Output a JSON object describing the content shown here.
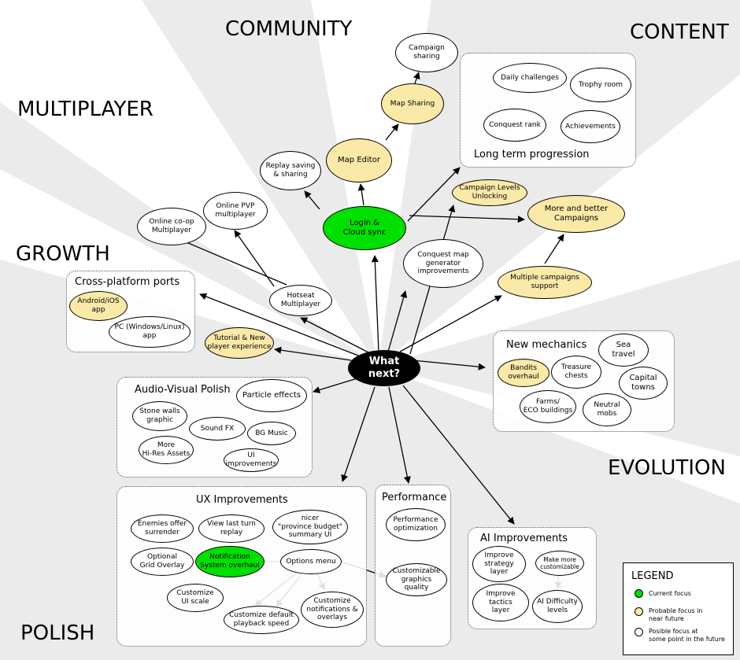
{
  "sectors": {
    "community": "COMMUNITY",
    "content": "CONTENT",
    "multiplayer": "MULTIPLAYER",
    "growth": "GROWTH",
    "evolution": "EVOLUTION",
    "polish": "POLISH"
  },
  "center": "What\nnext?",
  "groups": {
    "content": "Long term progression",
    "ports": "Cross-platform ports",
    "mechanics": "New mechanics",
    "av": "Audio-Visual Polish",
    "ux": "UX Improvements",
    "perf": "Performance",
    "ai": "AI Improvements"
  },
  "nodes": {
    "campaign_sharing": "Campaign\nsharing",
    "map_sharing": "Map Sharing",
    "map_editor": "Map Editor",
    "replay": "Replay saving\n& sharing",
    "login": "Login &\nCloud sync",
    "online_pvp": "Online PVP\nmultiplayer",
    "online_coop": "Online co-op\nMultiplayer",
    "hotseat": "Hotseat\nMultiplayer",
    "daily": "Daily challenges",
    "trophy": "Trophy room",
    "conquest_rank": "Conquest rank",
    "achievements": "Achievements",
    "campaign_unlock": "Campaign Levels\nUnlocking",
    "more_campaigns": "More and better\nCampaigns",
    "conquest_map": "Conquest map\ngenerator\nimprovements",
    "multi_campaigns": "Multiple campaigns\nsupport",
    "android": "Android/iOS\napp",
    "pc": "PC (Windows/Linux)\napp",
    "tutorial": "Tutorial & New\nplayer experience",
    "bandits": "Bandits\noverhaul",
    "treasure": "Treasure\nchests",
    "sea": "Sea\ntravel",
    "capital": "Capital\ntowns",
    "farms": "Farms/\nECO buildings",
    "neutral": "Neutral\nmobs",
    "particle": "Particle effects",
    "stone": "Stone walls\ngraphic",
    "sound": "Sound FX",
    "hires": "More\nHi-Res Assets",
    "bgmusic": "BG Music",
    "ui_impr": "UI\nimprovements",
    "enemies": "Enemies offer\nsurrender",
    "view_last": "View last turn\nreplay",
    "nicer": "nicer\n\"province budget\"\nsummary UI",
    "grid": "Optional\nGrid Overlay",
    "notif": "Notification\nSystem overhaul",
    "options": "Options menu",
    "ui_scale": "Customize\nUI scale",
    "playback": "Customize default\nplayback speed",
    "notif_over": "Customize\nnotifications &\noverlays",
    "perf_opt": "Performance\noptimization",
    "gfx": "Customizable\ngraphics quality",
    "strategy": "Improve\nstrategy\nlayer",
    "make_custom": "Make more\ncustomizable",
    "tactics": "Improve\ntactics\nlayer",
    "ai_diff": "AI Difficulty\nlevels"
  },
  "legend": {
    "title": "LEGEND",
    "current": "Current focus",
    "probable": "Probable focus in\nnear future",
    "possible": "Posible focus at\nsome point in the future"
  },
  "colors": {
    "current": "#00e000",
    "probable": "#fbe9a8",
    "possible": "#ffffff",
    "sector_gray": "#ebebeb"
  }
}
